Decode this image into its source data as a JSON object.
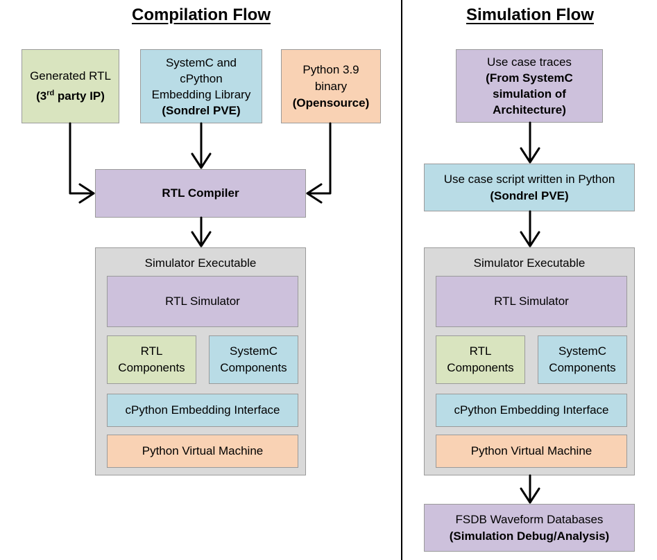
{
  "compilation": {
    "title": "Compilation Flow",
    "generated_rtl": {
      "line1": "Generated RTL",
      "bold_pre": "(3",
      "bold_sup": "rd",
      "bold_post": " party IP)"
    },
    "systemc_lib": {
      "line1": "SystemC and",
      "line2": "cPython",
      "line3": "Embedding Library",
      "bold": "(Sondrel PVE)"
    },
    "python_binary": {
      "line1": "Python 3.9",
      "line2": "binary",
      "bold": "(Opensource)"
    },
    "rtl_compiler": "RTL Compiler",
    "executable": {
      "label": "Simulator Executable",
      "rtl_simulator": "RTL Simulator",
      "rtl_components": {
        "line1": "RTL",
        "line2": "Components"
      },
      "systemc_components": {
        "line1": "SystemC",
        "line2": "Components"
      },
      "cpython_interface": "cPython Embedding Interface",
      "python_vm": "Python Virtual Machine"
    }
  },
  "simulation": {
    "title": "Simulation Flow",
    "use_case_traces": {
      "line1": "Use case traces",
      "bold1": "(From SystemC",
      "bold2": "simulation of",
      "bold3": "Architecture)"
    },
    "use_case_script": {
      "line1": "Use case script written in Python",
      "bold": "(Sondrel PVE)"
    },
    "executable": {
      "label": "Simulator Executable",
      "rtl_simulator": "RTL Simulator",
      "rtl_components": {
        "line1": "RTL",
        "line2": "Components"
      },
      "systemc_components": {
        "line1": "SystemC",
        "line2": "Components"
      },
      "cpython_interface": "cPython Embedding Interface",
      "python_vm": "Python Virtual Machine"
    },
    "fsdb": {
      "line1": "FSDB Waveform Databases",
      "bold": "(Simulation Debug/Analysis)"
    }
  },
  "colors": {
    "green": "#d9e4bf",
    "blue": "#b9dce6",
    "peach": "#f9d2b4",
    "purple": "#cdc1dc",
    "gray": "#d9d9d9"
  }
}
